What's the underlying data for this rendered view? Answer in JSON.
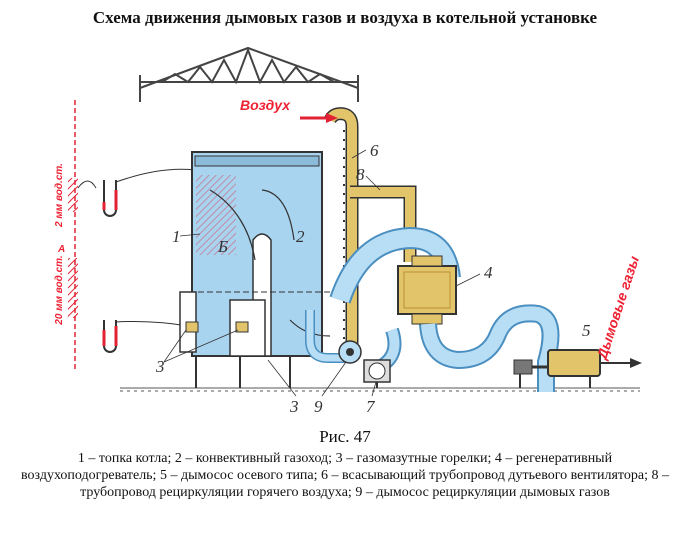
{
  "title": "Схема движения дымовых газов и воздуха в котельной установке",
  "figure_number": "Рис. 47",
  "caption": "1 – топка котла; 2 – конвективный газоход; 3 – газомазутные горелки; 4 – регенеративный воздухоподогреватель; 5 – дымосос осевого типа; 6 – всасывающий трубопровод дутьевого вентилятора; 8 – трубопровод рециркуляции горячего воздуха; 9 – дымосос рециркуляции дымовых газов",
  "diagram": {
    "air_label": "Воздух",
    "flue_gas_label": "Дымовые газы",
    "pressure_top": "2 мм вод.ст.",
    "pressure_bottom": "20 мм вод.ст.",
    "point_a": "А",
    "point_b": "Б",
    "numbers": {
      "n1": "1",
      "n2": "2",
      "n3a": "3",
      "n3b": "3",
      "n4": "4",
      "n5": "5",
      "n6": "6",
      "n7": "7",
      "n8": "8",
      "n9": "9"
    },
    "colors": {
      "boiler": "#a8d4f0",
      "duct": "#b8def5",
      "duct_stroke": "#4a8fc0",
      "heater": "#e2c46a",
      "accent_red": "#e22233",
      "outline": "#333333"
    }
  }
}
